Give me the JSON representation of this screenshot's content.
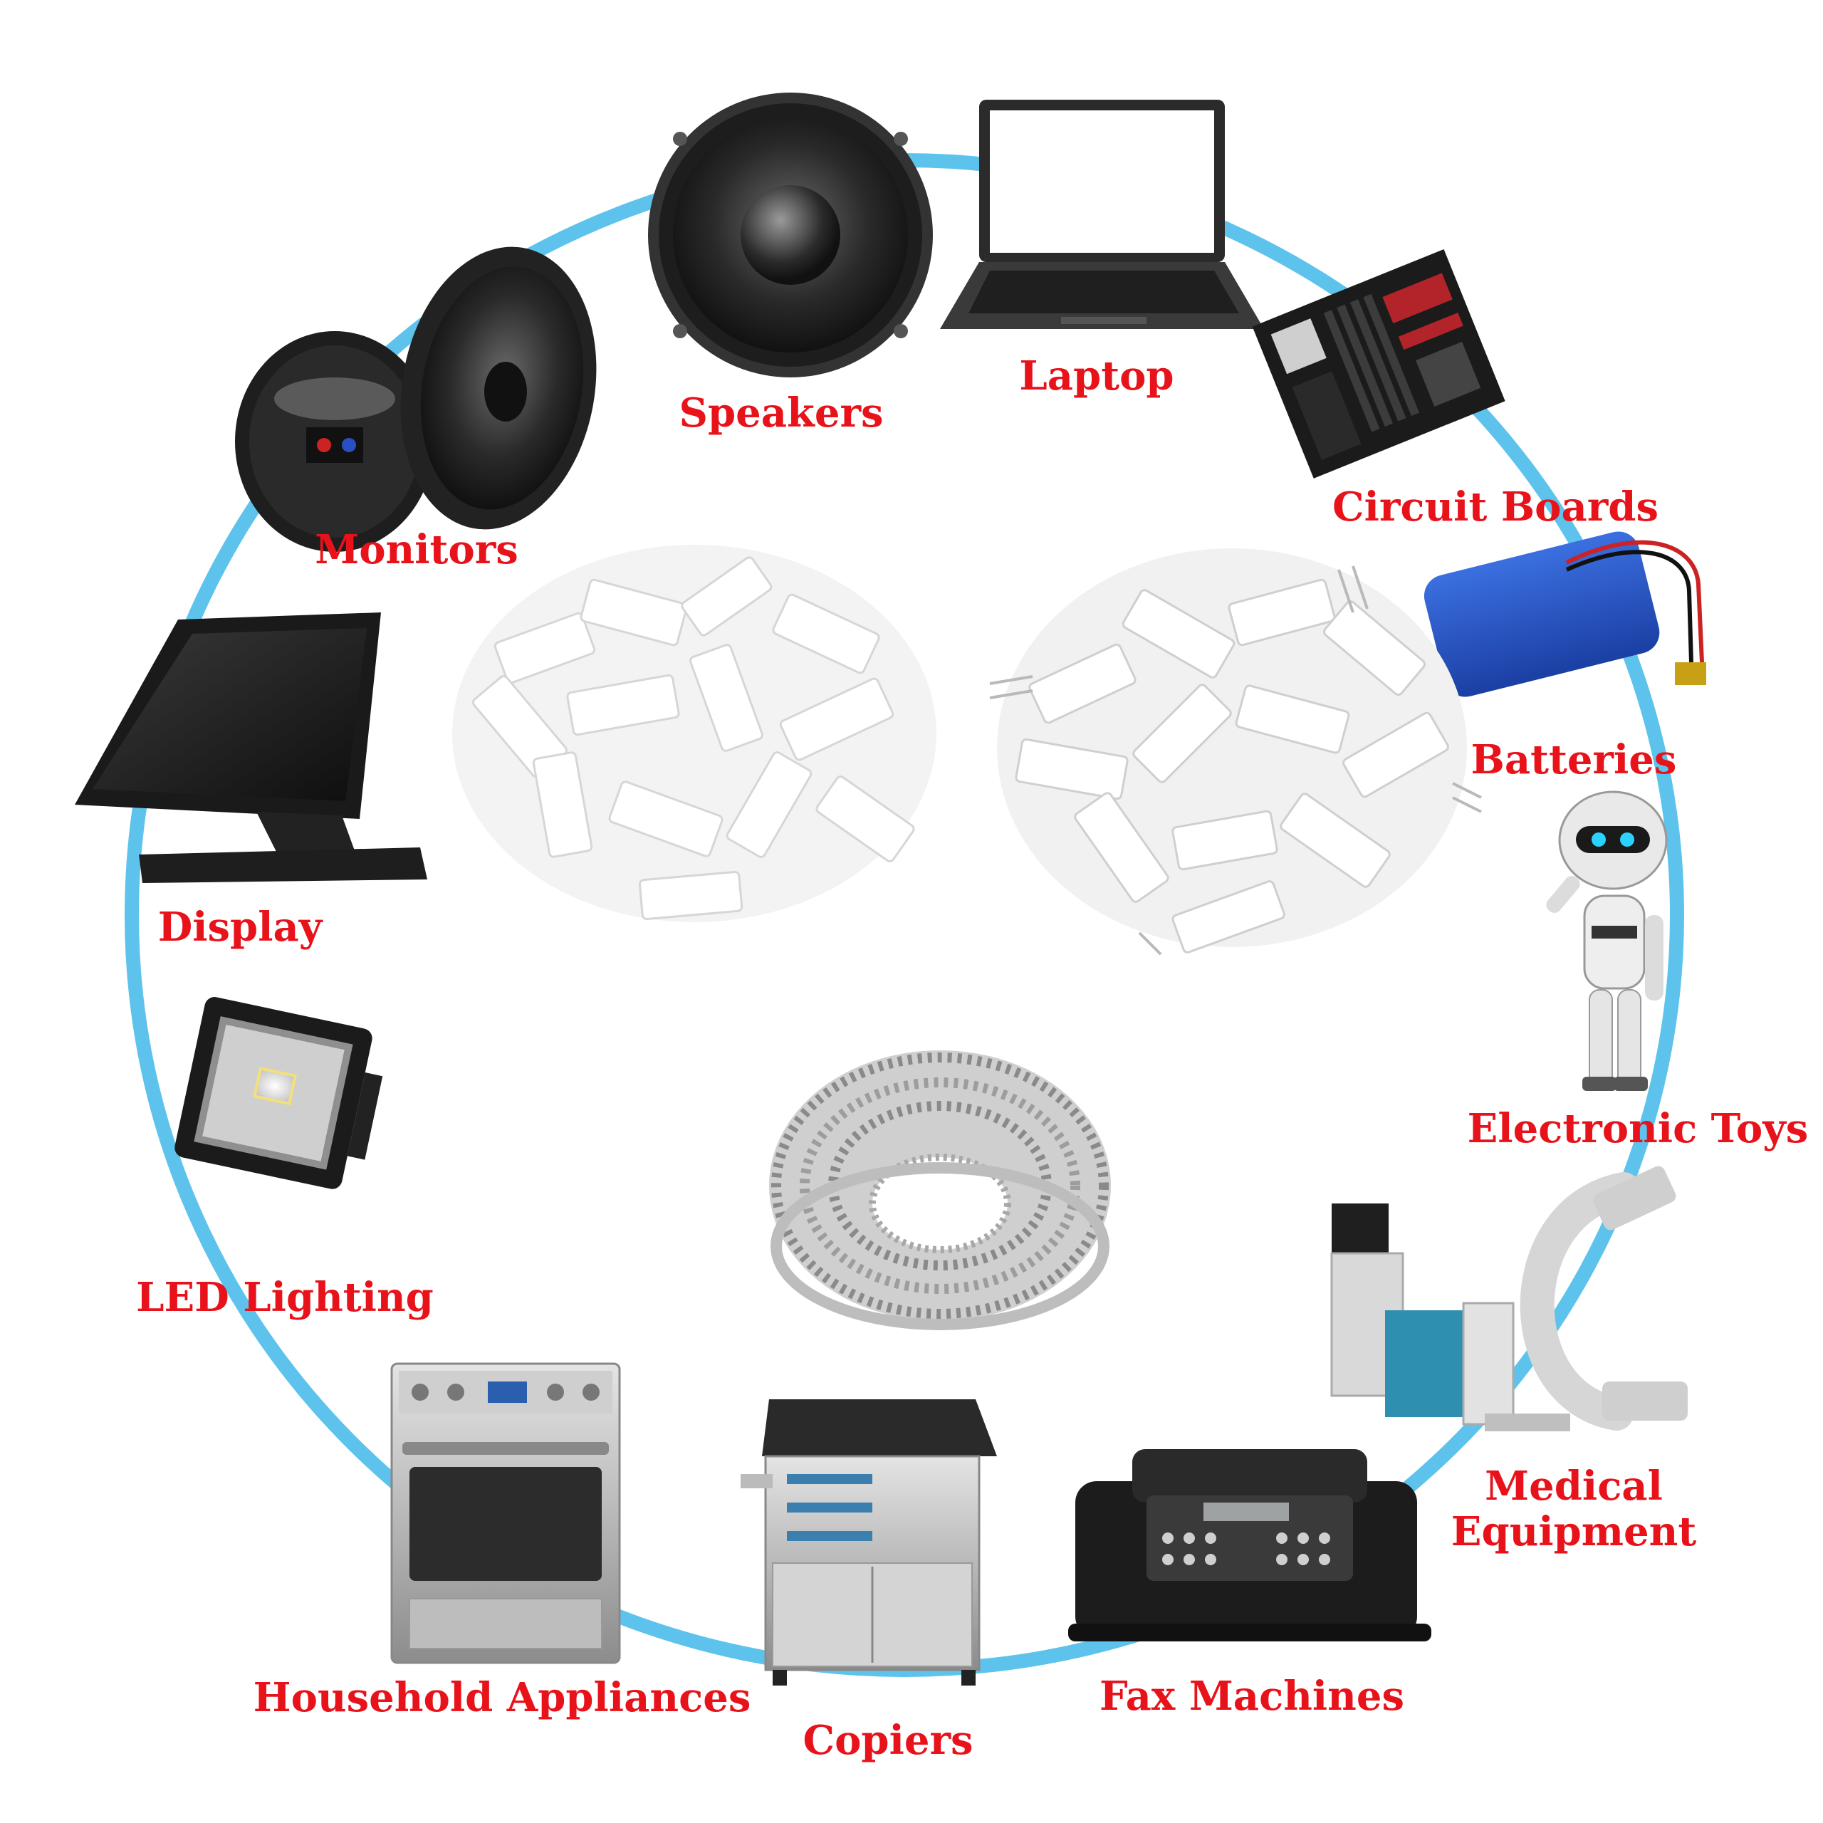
{
  "colors": {
    "ring": "#5ec3ec",
    "label": "#e8121a",
    "background": "#ffffff"
  },
  "applications": [
    {
      "id": "speakers",
      "label": "Speakers",
      "icon": "speaker-icon"
    },
    {
      "id": "laptop",
      "label": "Laptop",
      "icon": "laptop-icon"
    },
    {
      "id": "circuit-boards",
      "label": "Circuit Boards",
      "icon": "circuit-board-icon"
    },
    {
      "id": "batteries",
      "label": "Batteries",
      "icon": "battery-pack-icon"
    },
    {
      "id": "electronic-toys",
      "label": "Electronic Toys",
      "icon": "robot-toy-icon"
    },
    {
      "id": "medical-equipment",
      "label": "Medical\nEquipment",
      "label_line1": "Medical",
      "label_line2": "Equipment",
      "icon": "medical-c-arm-icon"
    },
    {
      "id": "fax-machines",
      "label": "Fax Machines",
      "icon": "fax-machine-icon"
    },
    {
      "id": "copiers",
      "label": "Copiers",
      "icon": "copier-icon"
    },
    {
      "id": "household-appliances",
      "label": "Household Appliances",
      "icon": "oven-icon"
    },
    {
      "id": "led-lighting",
      "label": "LED Lighting",
      "icon": "led-floodlight-icon"
    },
    {
      "id": "display",
      "label": "Display",
      "icon": "touch-display-icon"
    },
    {
      "id": "monitors",
      "label": "Monitors",
      "icon": "loudspeaker-driver-icon"
    }
  ],
  "center_products": [
    {
      "id": "housings",
      "icon": "connector-housings-pile-icon"
    },
    {
      "id": "headers",
      "icon": "pin-headers-pile-icon"
    },
    {
      "id": "terminals",
      "icon": "crimp-terminal-reel-icon"
    }
  ]
}
